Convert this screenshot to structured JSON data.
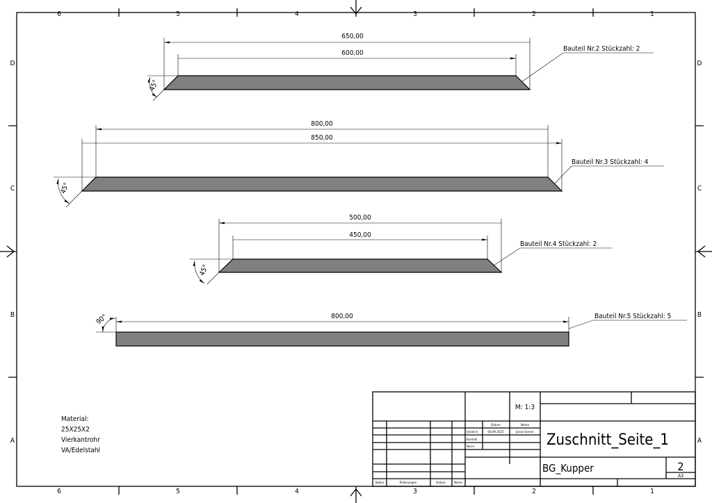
{
  "frame": {
    "columns": [
      "6",
      "5",
      "4",
      "3",
      "2",
      "1"
    ],
    "rows": [
      "D",
      "C",
      "B",
      "A"
    ]
  },
  "parts": [
    {
      "label": "Bauteil Nr.2 Stückzahl: 2",
      "outer": "650,00",
      "inner": "600,00",
      "angle": "45°"
    },
    {
      "label": "Bauteil Nr.3 Stückzahl: 4",
      "outer": "850,00",
      "inner": "800,00",
      "angle": "45°"
    },
    {
      "label": "Bauteil Nr.4 Stückzahl: 2",
      "outer": "500,00",
      "inner": "450,00",
      "angle": "45°"
    },
    {
      "label": "Bauteil Nr.5 Stückzahl: 5",
      "outer": "800,00",
      "angle": "90°"
    }
  ],
  "material": [
    "Material:",
    "25X25X2",
    "Vierkantrohr",
    "VA/Edelstahl"
  ],
  "title_block": {
    "scale": "M: 1:3",
    "datum_header": "Datum",
    "name_header": "Name",
    "gezeich": "Gezeich",
    "kontroll": "Kontroll",
    "norm": "Norm",
    "date": "08.09.2025",
    "author": "Jonas Gerner",
    "title": "Zuschnitt_Seite_1",
    "assembly": "BG_Kupper",
    "sheet": "2",
    "format": "A3",
    "status": "Status",
    "aenderungen": "Änderungen",
    "datum": "Datum",
    "name": "Name"
  }
}
